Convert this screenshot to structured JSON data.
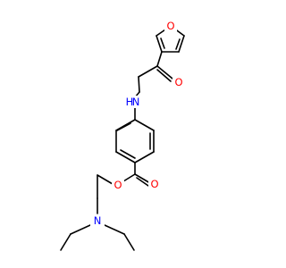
{
  "molecule": {
    "atoms": [
      {
        "id": "O_furan",
        "label": "O",
        "color": "#ff0000"
      },
      {
        "id": "O_ketone",
        "label": "O",
        "color": "#ff0000"
      },
      {
        "id": "N_amine",
        "label": "N",
        "color": "#0000ff"
      },
      {
        "id": "H_amine",
        "label": "H",
        "color": "#0000ff"
      },
      {
        "id": "O_carbonyl",
        "label": "O",
        "color": "#ff0000"
      },
      {
        "id": "O_ester",
        "label": "O",
        "color": "#ff0000"
      },
      {
        "id": "N_diethyl",
        "label": "N",
        "color": "#0000ff"
      }
    ]
  }
}
